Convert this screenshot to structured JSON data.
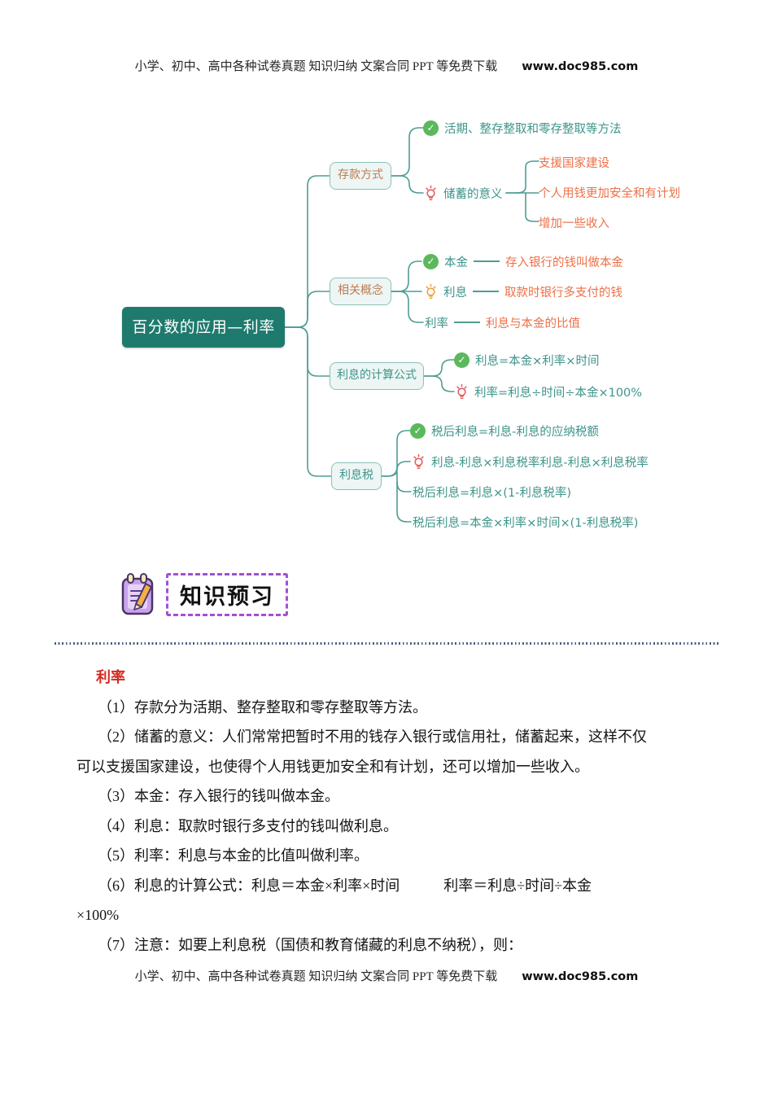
{
  "header": {
    "text": "小学、初中、高中各种试卷真题 知识归纳 文案合同 PPT 等免费下载",
    "url": "www.doc985.com"
  },
  "footer": {
    "text": "小学、初中、高中各种试卷真题 知识归纳 文案合同 PPT 等免费下载",
    "url": "www.doc985.com"
  },
  "icons": {
    "check": "✓",
    "bulb": "lightbulb",
    "notepad": "notepad"
  },
  "colors": {
    "root_bg": "#1f7a6e",
    "node_border": "#8cc0b8",
    "line": "#4e9d92",
    "teal_text": "#3e948a",
    "orange_text": "#ed7048",
    "warm_label": "#bf7a50",
    "check_green": "#5cb85c",
    "bulb_red": "#e25f5f",
    "bulb_orange": "#f0a13e",
    "heading_red": "#d42a20",
    "badge_purple": "#a34fd6"
  },
  "mindmap": {
    "root": "百分数的应用—利率",
    "branches": [
      {
        "label": "存款方式",
        "children": [
          {
            "icon": "check",
            "label": "活期、整存整取和零存整取等方法"
          },
          {
            "icon": "bulb-red",
            "label": "储蓄的意义",
            "children": [
              "支援国家建设",
              "个人用钱更加安全和有计划",
              "增加一些收入"
            ]
          }
        ]
      },
      {
        "label": "相关概念",
        "children": [
          {
            "icon": "check",
            "label": "本金",
            "desc": "存入银行的钱叫做本金"
          },
          {
            "icon": "bulb-orange",
            "label": "利息",
            "desc": "取款时银行多支付的钱"
          },
          {
            "icon": "none",
            "label": "利率",
            "desc": "利息与本金的比值"
          }
        ]
      },
      {
        "label": "利息的计算公式",
        "children": [
          {
            "icon": "check",
            "label": "利息=本金×利率×时间"
          },
          {
            "icon": "bulb-red",
            "label": "利率=利息÷时间÷本金×100%"
          }
        ]
      },
      {
        "label": "利息税",
        "children": [
          {
            "icon": "check",
            "label": "税后利息=利息-利息的应纳税额"
          },
          {
            "icon": "bulb-red",
            "label": "利息-利息×利息税率利息-利息×利息税率"
          },
          {
            "icon": "none",
            "label": "税后利息=利息×(1-利息税率)"
          },
          {
            "icon": "none",
            "label": "税后利息=本金×利率×时间×(1-利息税率)"
          }
        ]
      }
    ]
  },
  "section": {
    "badge": "知识预习"
  },
  "notes": {
    "heading": "利率",
    "lines": [
      "（1）存款分为活期、整存整取和零存整取等方法。",
      "（2）储蓄的意义：人们常常把暂时不用的钱存入银行或信用社，储蓄起来，这样不仅",
      "可以支援国家建设，也使得个人用钱更加安全和有计划，还可以增加一些收入。",
      "（3）本金：存入银行的钱叫做本金。",
      "（4）利息：取款时银行多支付的钱叫做利息。",
      "（5）利率：利息与本金的比值叫做利率。",
      "（6）利息的计算公式：利息＝本金×利率×时间　　　利率＝利息÷时间÷本金",
      "×100%",
      "（7）注意：如要上利息税（国债和教育储藏的利息不纳税），则："
    ]
  }
}
